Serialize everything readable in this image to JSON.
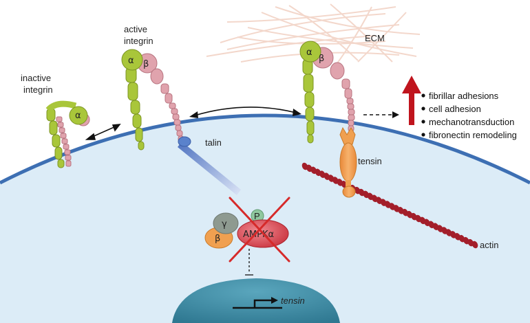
{
  "labels": {
    "inactive_integrin": [
      "inactive",
      "integrin"
    ],
    "active_integrin": [
      "active",
      "integrin"
    ],
    "ecm": "ECM",
    "talin": "talin",
    "tensin": "tensin",
    "actin": "actin",
    "tensin_gene": "tensin",
    "alpha": "α",
    "beta": "β",
    "gamma": "γ",
    "phospho": "P",
    "ampk_alpha": "AMPKα"
  },
  "outcomes": [
    "fibrillar adhesions",
    "cell adhesion",
    "mechanotransduction",
    "fibronectin remodeling"
  ],
  "colors": {
    "cytoplasm": "#dcecf7",
    "membrane": "#3d6fb3",
    "nucleus": "#3f8ea6",
    "alpha_subunit": "#a9c63a",
    "beta_subunit": "#e0a3ad",
    "ecm_fibers": "#f2d3c6",
    "tensin": "#f0a050",
    "actin": "#a31e2a",
    "up_arrow": "#c0141d",
    "ampk_alpha": "#d9434e",
    "inhibition_cross": "#d62a2a"
  }
}
